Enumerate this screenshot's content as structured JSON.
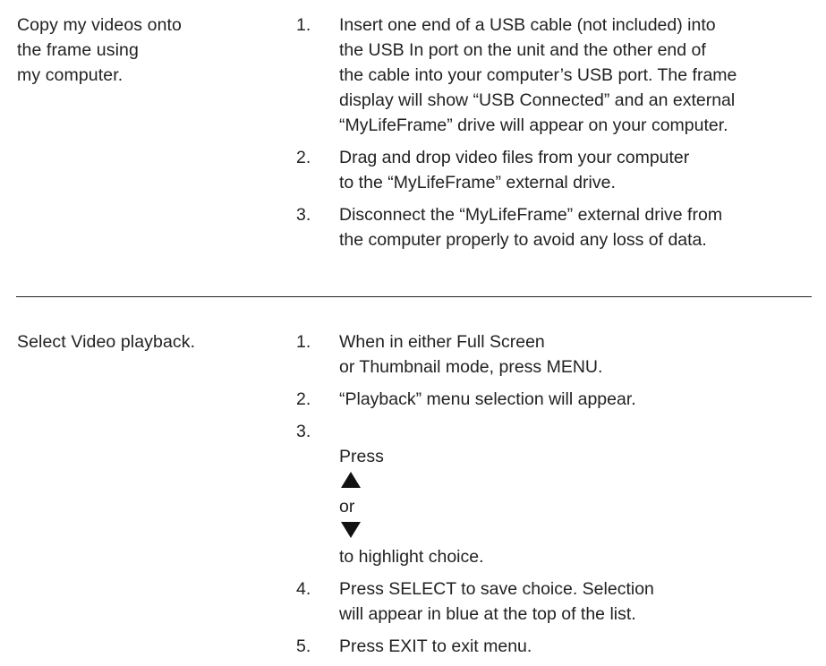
{
  "sections": [
    {
      "title": "Copy my videos onto\nthe frame using\nmy computer.",
      "steps": [
        {
          "num": "1.",
          "text": "Insert one end of a USB cable (not included) into\nthe USB In port on the unit and the other end of\nthe cable into your computer’s USB port. The frame\ndisplay will show “USB Connected” and an external\n“MyLifeFrame” drive will appear on your computer."
        },
        {
          "num": "2.",
          "text": "Drag and drop video files from your computer\nto the “MyLifeFrame” external drive."
        },
        {
          "num": "3.",
          "text": "Disconnect the “MyLifeFrame” external drive from\nthe computer properly to avoid any loss of data."
        }
      ]
    },
    {
      "title": "Select Video playback.",
      "steps": [
        {
          "num": "1.",
          "text": "When in either Full Screen\nor Thumbnail mode, press MENU."
        },
        {
          "num": "2.",
          "text": "“Playback” menu selection will appear."
        },
        {
          "num": "3.",
          "text_before": "Press",
          "text_mid": "or",
          "text_after": "to highlight choice.",
          "icon_up": "up-triangle-icon",
          "icon_down": "down-triangle-icon"
        },
        {
          "num": "4.",
          "text": "Press SELECT to save choice. Selection\nwill appear in blue at the top of the list."
        },
        {
          "num": "5.",
          "text": "Press EXIT to exit menu."
        }
      ]
    }
  ]
}
